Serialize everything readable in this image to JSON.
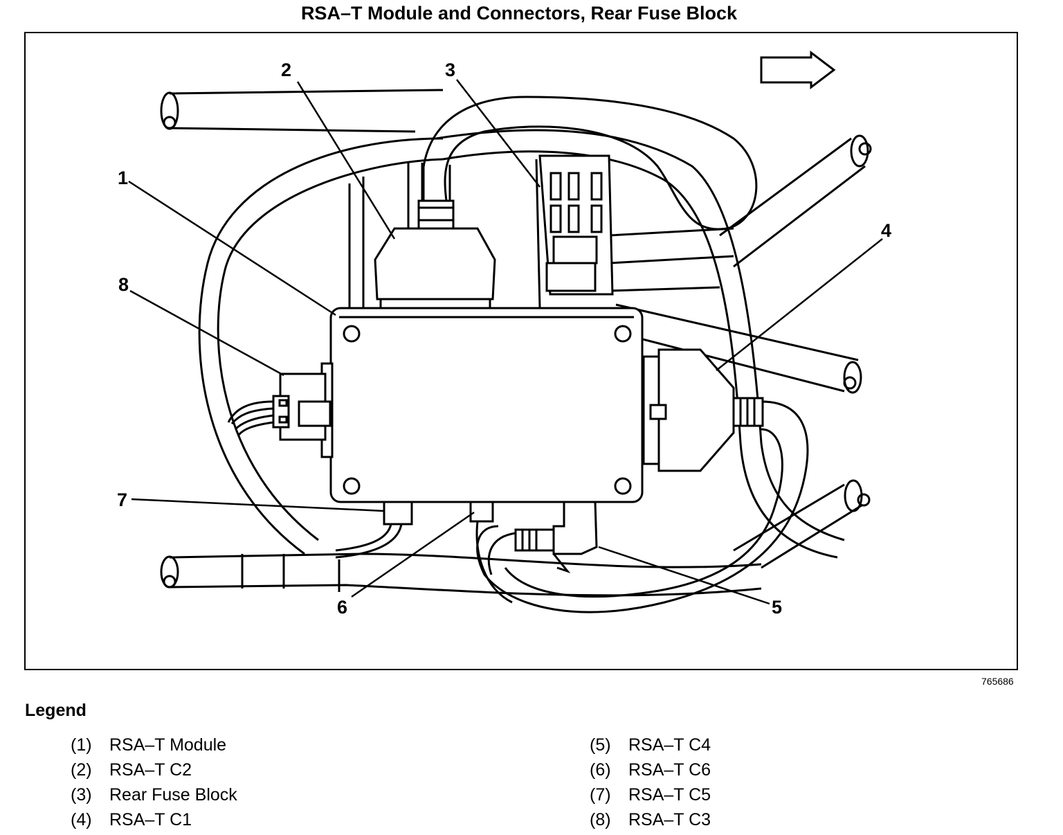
{
  "title": "RSA–T Module and Connectors, Rear Fuse Block",
  "figure_id": "765686",
  "callouts": [
    "1",
    "2",
    "3",
    "4",
    "5",
    "6",
    "7",
    "8"
  ],
  "legend": {
    "heading": "Legend",
    "items": [
      {
        "num": "(1)",
        "label": "RSA–T Module"
      },
      {
        "num": "(2)",
        "label": "RSA–T C2"
      },
      {
        "num": "(3)",
        "label": "Rear Fuse Block"
      },
      {
        "num": "(4)",
        "label": "RSA–T C1"
      },
      {
        "num": "(5)",
        "label": "RSA–T C4"
      },
      {
        "num": "(6)",
        "label": "RSA–T C6"
      },
      {
        "num": "(7)",
        "label": "RSA–T C5"
      },
      {
        "num": "(8)",
        "label": "RSA–T C3"
      }
    ]
  }
}
